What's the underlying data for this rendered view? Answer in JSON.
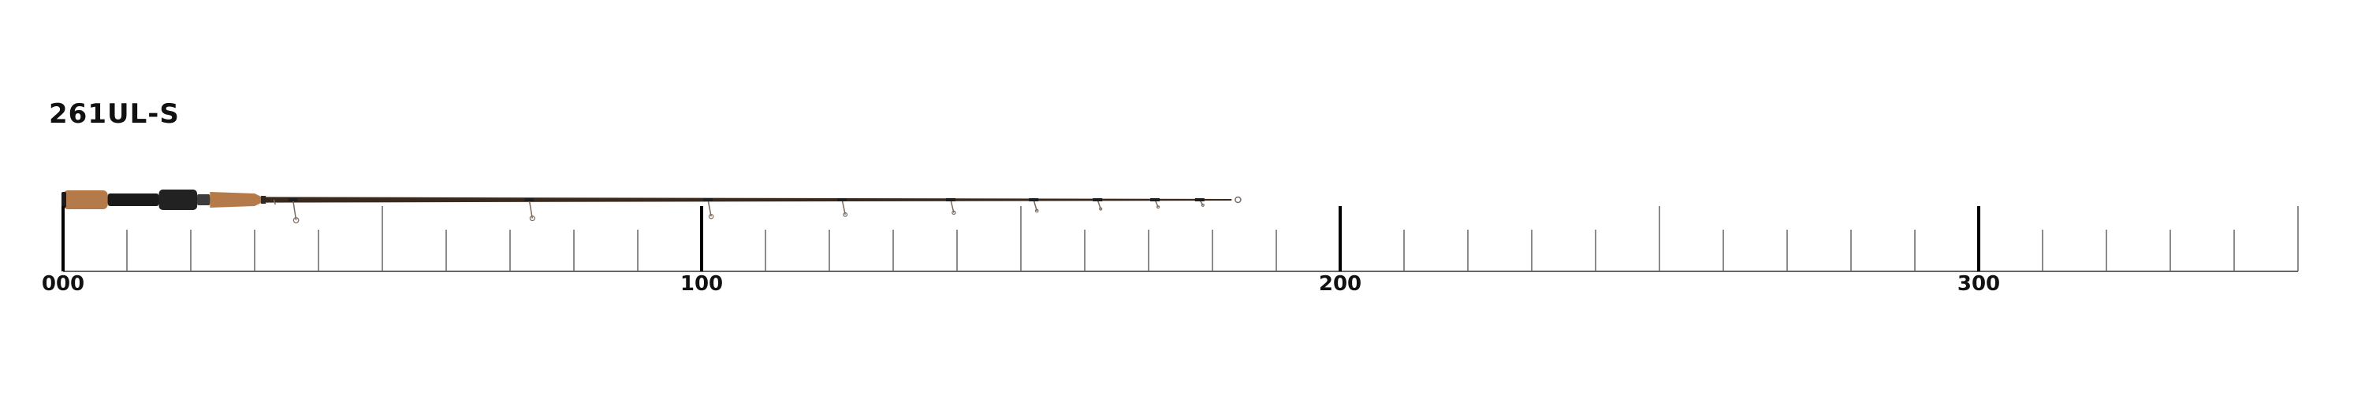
{
  "model": {
    "name": "261UL-S"
  },
  "scale": {
    "min": 0,
    "max": 350,
    "minor_step": 10,
    "mid_step": 50,
    "major_step": 100,
    "labels": [
      "000",
      "100",
      "200",
      "300"
    ]
  },
  "rod": {
    "length": 183,
    "guides": [
      36,
      73,
      101,
      122,
      139,
      152,
      162,
      171,
      178,
      184
    ],
    "colors": {
      "blank": "#3a2a1e",
      "cork": "#b57a4a",
      "reel_seat": "#1a1a1a",
      "guide": "#7a6a60"
    }
  },
  "colors": {
    "scale_line": "#666666",
    "major_tick": "#000000",
    "text": "#111111"
  }
}
